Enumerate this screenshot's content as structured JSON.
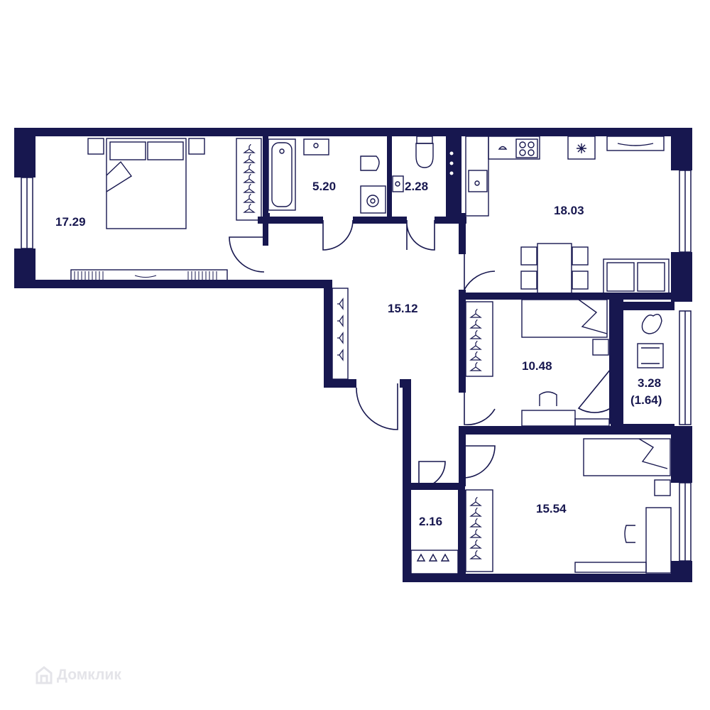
{
  "rooms": {
    "bedroom_master": "17.29",
    "bathroom": "5.20",
    "toilet": "2.28",
    "kitchen": "18.03",
    "hall": "15.12",
    "bedroom_2": "10.48",
    "balcony_area": "3.28",
    "balcony_reduced": "(1.64)",
    "storage": "2.16",
    "bedroom_3": "15.54"
  },
  "watermark": {
    "text": "Домклик",
    "icon": "house-logo-icon"
  },
  "colors": {
    "wall": "#17174f",
    "fixture": "#17174f",
    "background": "#ffffff",
    "watermark": "#e4e4e9"
  }
}
